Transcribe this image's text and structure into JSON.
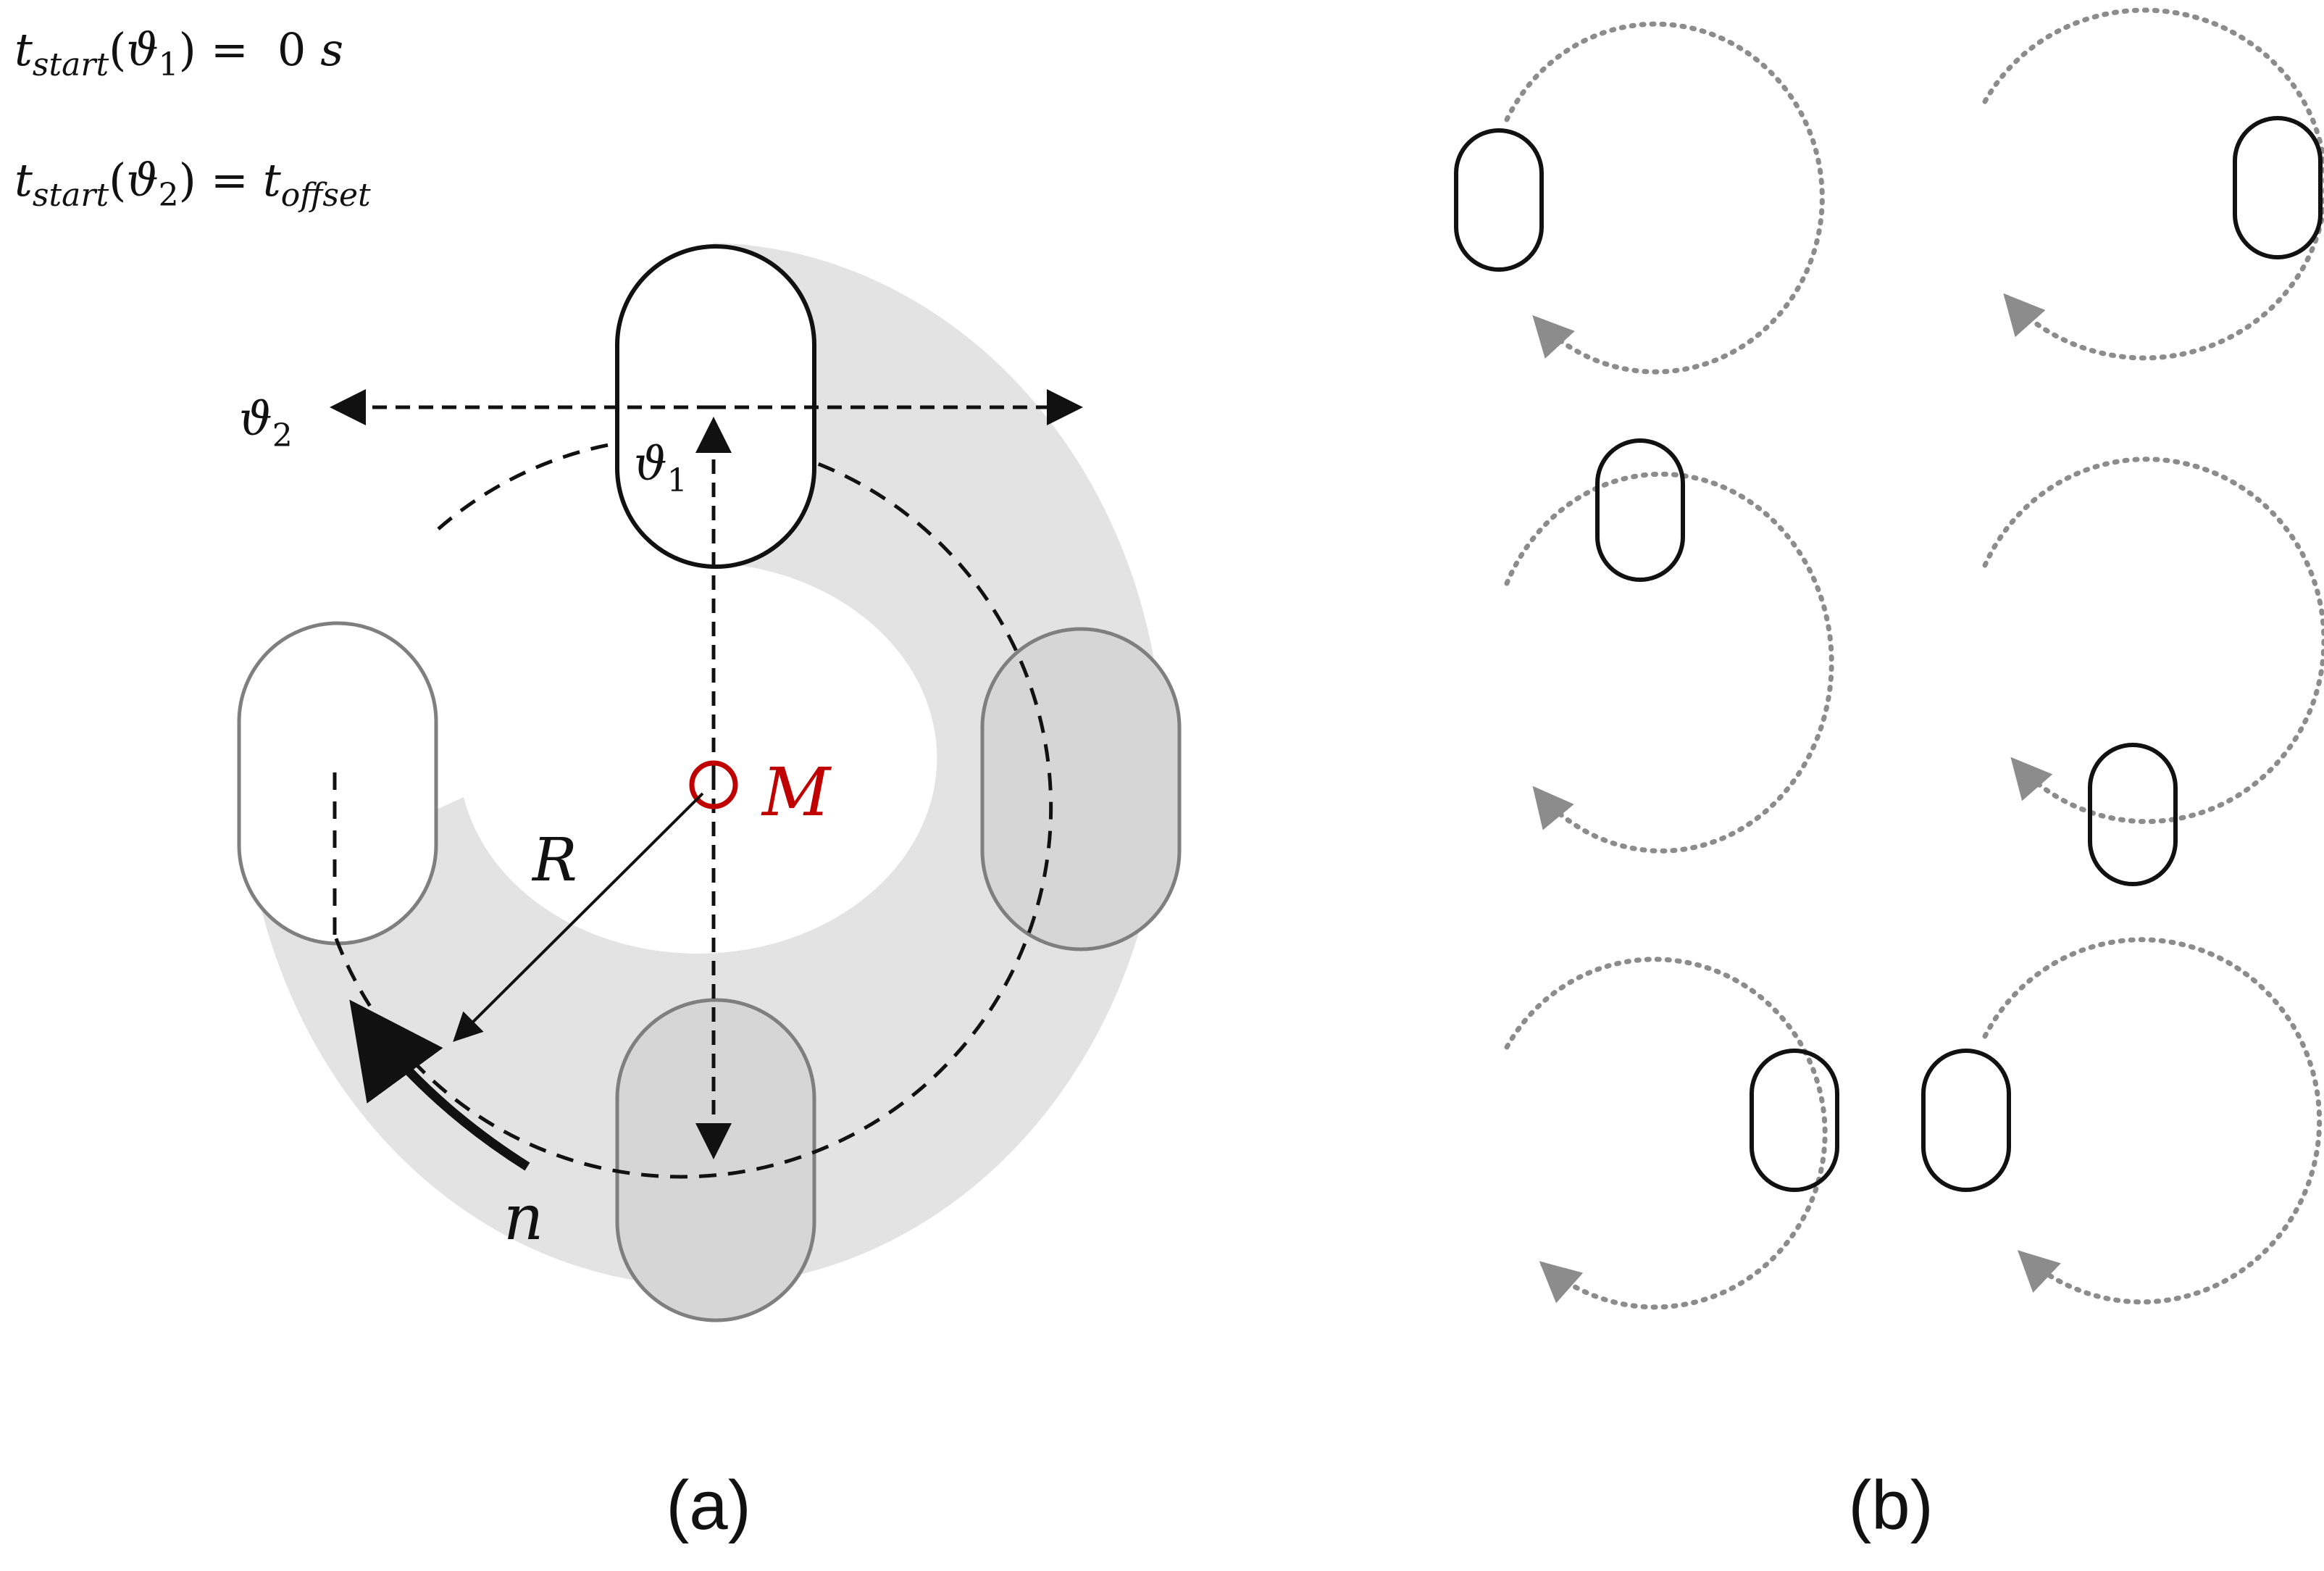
{
  "equations": {
    "eq1": {
      "lhs_var": "t",
      "lhs_sub": "start",
      "open": "(",
      "theta": "ϑ",
      "theta_sub": "1",
      "close": ")",
      "equals": "=",
      "value": "0",
      "unit": "s"
    },
    "eq2": {
      "lhs_var": "t",
      "lhs_sub": "start",
      "open": "(",
      "theta": "ϑ",
      "theta_sub": "2",
      "close": ")",
      "equals": "=",
      "rhs_var": "t",
      "rhs_sub": "offset"
    }
  },
  "panel_a": {
    "theta1": {
      "symbol": "ϑ",
      "sub": "1"
    },
    "theta2": {
      "symbol": "ϑ",
      "sub": "2"
    },
    "center_label": "M",
    "radius_label": "R",
    "rotation_label": "n",
    "caption": "(a)",
    "colors": {
      "center_marker": "#c00000",
      "track": "#e3e3e3",
      "ghost_fill": "#d6d6d6",
      "ghost_stroke": "#7f7f7f"
    }
  },
  "panel_b": {
    "caption": "(b)",
    "colors": {
      "dotted_path": "#8c8c8c"
    }
  }
}
